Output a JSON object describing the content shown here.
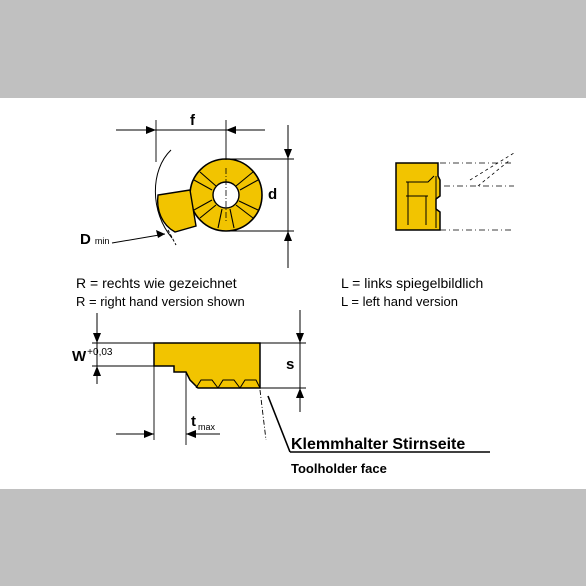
{
  "dimensions": {
    "f": "f",
    "d": "d",
    "dmin_main": "D",
    "dmin_sub": "min",
    "w_main": "W",
    "w_tol": "+0,03",
    "s": "s",
    "tmax_main": "t",
    "tmax_sub": "max"
  },
  "legend": {
    "right_de": "R = rechts wie gezeichnet",
    "right_en": "R = right hand version shown",
    "left_de": "L = links spiegelbildlich",
    "left_en": "L = left hand version"
  },
  "callout": {
    "face_de": "Klemmhalter Stirnseite",
    "face_en": "Toolholder face"
  },
  "colors": {
    "insert_fill": "#f2c400",
    "outline": "#000000",
    "background_band": "#c0c0c0",
    "sheet": "#ffffff"
  }
}
